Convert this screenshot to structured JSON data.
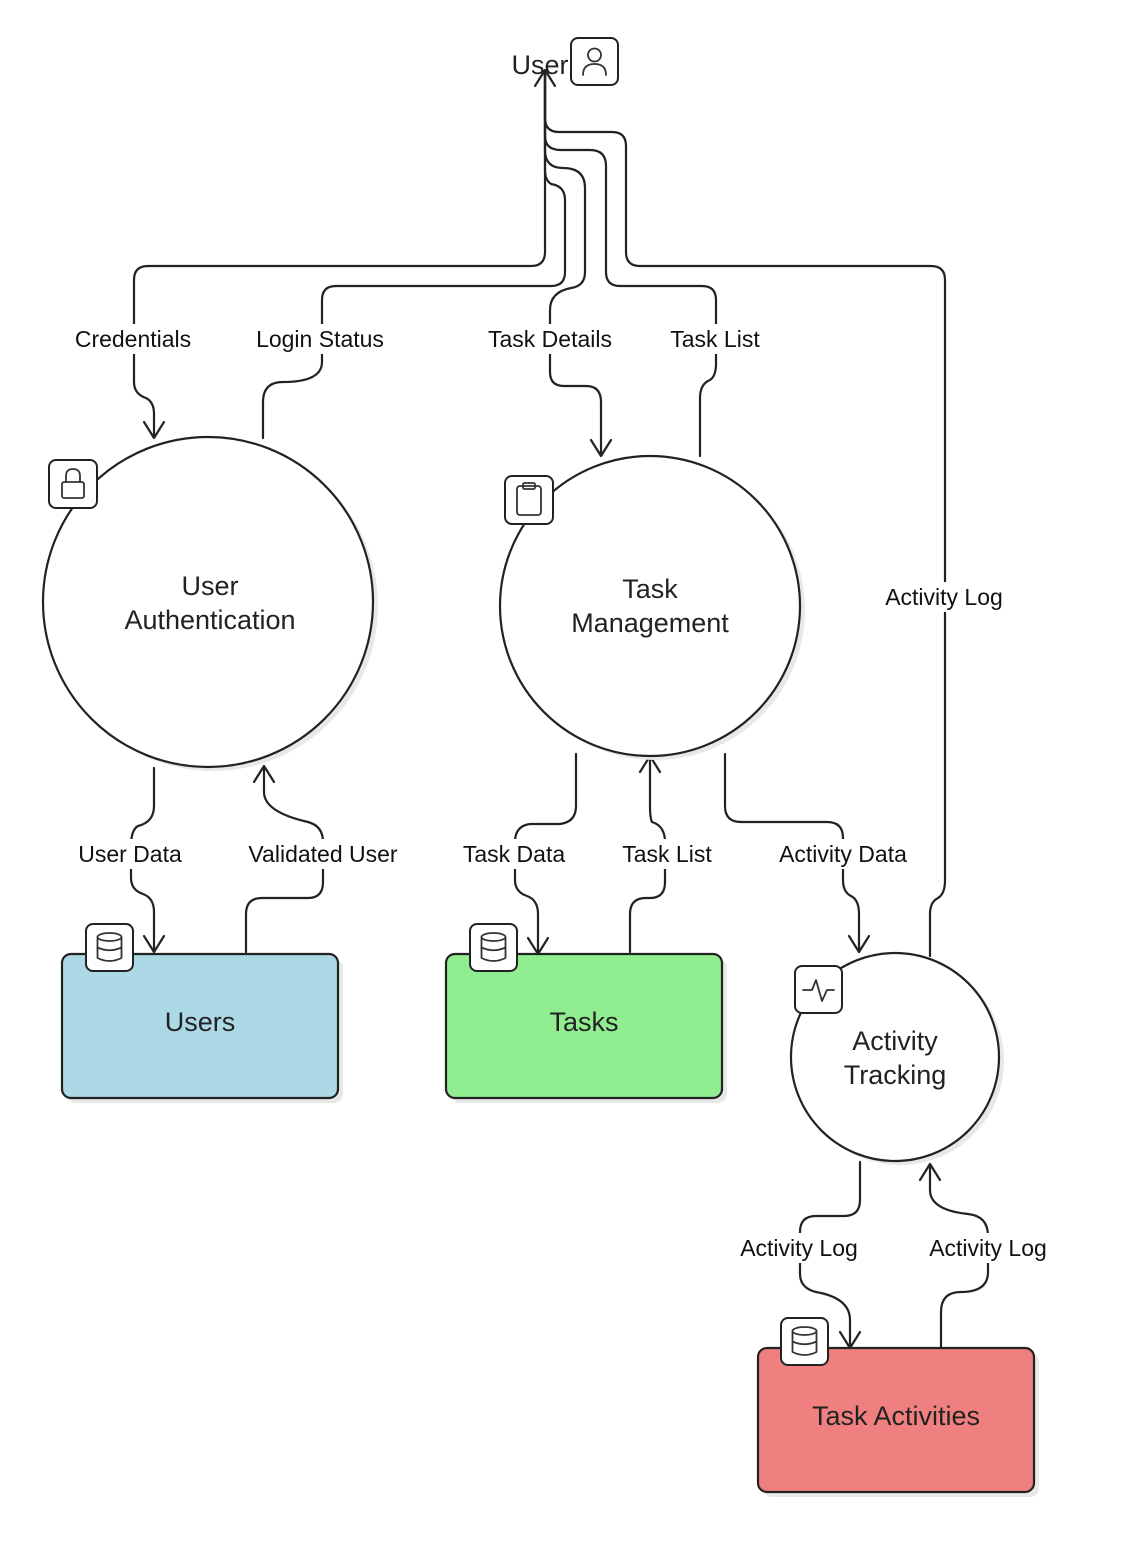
{
  "diagram": {
    "type": "data-flow-diagram",
    "external_entity": {
      "label": "User",
      "icon": "user-icon"
    },
    "processes": [
      {
        "id": "auth",
        "label_lines": [
          "User",
          "Authentication"
        ],
        "icon": "lock-icon"
      },
      {
        "id": "task",
        "label_lines": [
          "Task",
          "Management"
        ],
        "icon": "clipboard-icon"
      },
      {
        "id": "activity",
        "label_lines": [
          "Activity",
          "Tracking"
        ],
        "icon": "activity-icon"
      }
    ],
    "data_stores": [
      {
        "id": "users",
        "label": "Users",
        "fill": "#add8e6",
        "icon": "database-icon"
      },
      {
        "id": "tasks",
        "label": "Tasks",
        "fill": "#90ee90",
        "icon": "database-icon"
      },
      {
        "id": "task_activities",
        "label": "Task Activities",
        "fill": "#f08080",
        "icon": "database-icon"
      }
    ],
    "flows": [
      {
        "id": "credentials",
        "label": "Credentials",
        "from": "User",
        "to": "User Authentication"
      },
      {
        "id": "login_status",
        "label": "Login Status",
        "from": "User Authentication",
        "to": "User"
      },
      {
        "id": "task_details",
        "label": "Task Details",
        "from": "User",
        "to": "Task Management"
      },
      {
        "id": "task_list_user",
        "label": "Task List",
        "from": "Task Management",
        "to": "User"
      },
      {
        "id": "activity_log_user",
        "label": "Activity Log",
        "from": "Activity Tracking",
        "to": "User"
      },
      {
        "id": "user_data",
        "label": "User Data",
        "from": "User Authentication",
        "to": "Users"
      },
      {
        "id": "validated_user",
        "label": "Validated User",
        "from": "Users",
        "to": "User Authentication"
      },
      {
        "id": "task_data",
        "label": "Task Data",
        "from": "Task Management",
        "to": "Tasks"
      },
      {
        "id": "task_list_store",
        "label": "Task List",
        "from": "Tasks",
        "to": "Task Management"
      },
      {
        "id": "activity_data",
        "label": "Activity Data",
        "from": "Task Management",
        "to": "Activity Tracking"
      },
      {
        "id": "activity_log_store",
        "label": "Activity Log",
        "from": "Activity Tracking",
        "to": "Task Activities"
      },
      {
        "id": "activity_log_back",
        "label": "Activity Log",
        "from": "Task Activities",
        "to": "Activity Tracking"
      }
    ]
  }
}
